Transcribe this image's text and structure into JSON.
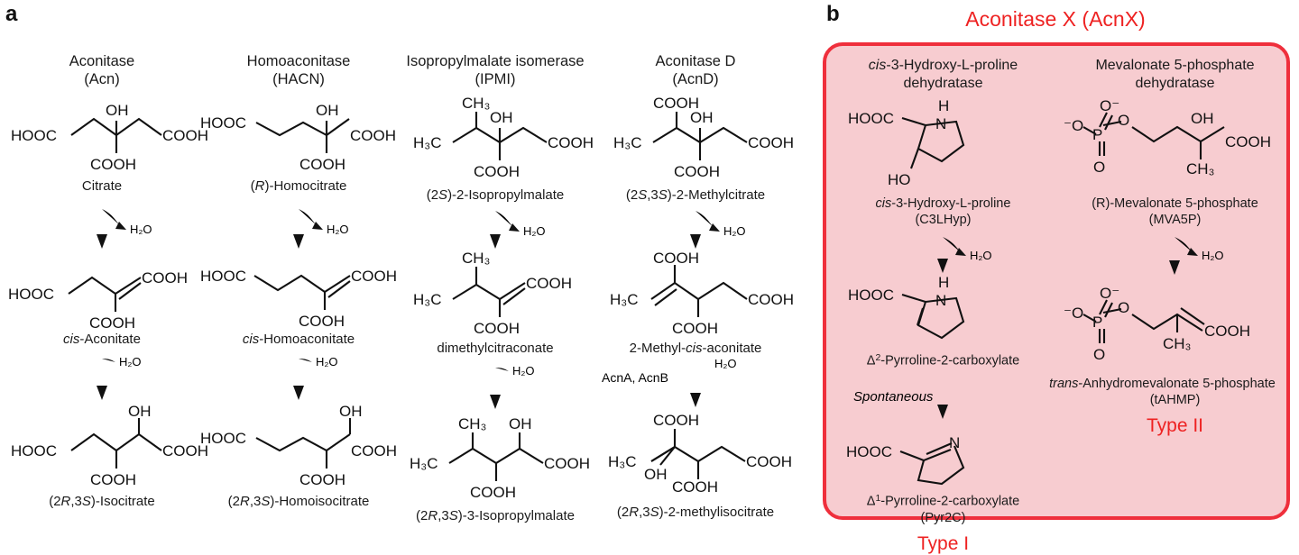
{
  "figure": {
    "panel_a_letter": "a",
    "panel_b_letter": "b"
  },
  "panel_a": {
    "columns": [
      {
        "enzyme_name": "Aconitase",
        "enzyme_abbrev": "(Acn)",
        "substrate": {
          "name": "Citrate",
          "labels": [
            "HOOC",
            "OH",
            "COOH",
            "COOH"
          ]
        },
        "step1_label": "H2O",
        "intermediate": {
          "name": "cis-Aconitate",
          "prefix_italic": "cis",
          "rest": "-Aconitate",
          "labels": [
            "HOOC",
            "COOH",
            "COOH"
          ]
        },
        "step2_label": "H2O",
        "step2_enzyme": "",
        "product": {
          "name": "(2R,3S)-Isocitrate",
          "labels": [
            "HOOC",
            "OH",
            "COOH",
            "COOH"
          ]
        }
      },
      {
        "enzyme_name": "Homoaconitase",
        "enzyme_abbrev": "(HACN)",
        "substrate": {
          "name": "(R)-Homocitrate",
          "labels": [
            "HOOC",
            "OH",
            "COOH",
            "COOH"
          ]
        },
        "step1_label": "H2O",
        "intermediate": {
          "name": "cis-Homoaconitate",
          "prefix_italic": "cis",
          "rest": "-Homoaconitate",
          "labels": [
            "HOOC",
            "COOH",
            "COOH"
          ]
        },
        "step2_label": "H2O",
        "step2_enzyme": "",
        "product": {
          "name": "(2R,3S)-Homoisocitrate",
          "labels": [
            "HOOC",
            "OH",
            "COOH",
            "COOH"
          ]
        }
      },
      {
        "enzyme_name": "Isopropylmalate isomerase",
        "enzyme_abbrev": "(IPMI)",
        "substrate": {
          "name": "(2S)-2-Isopropylmalate",
          "labels": [
            "CH3",
            "H3C",
            "OH",
            "COOH",
            "COOH"
          ]
        },
        "step1_label": "H2O",
        "intermediate": {
          "name": "dimethylcitraconate",
          "prefix_italic": "",
          "rest": "dimethylcitraconate",
          "labels": [
            "CH3",
            "H3C",
            "COOH",
            "COOH"
          ]
        },
        "step2_label": "H2O",
        "step2_enzyme": "",
        "product": {
          "name": "(2R,3S)-3-Isopropylmalate",
          "labels": [
            "CH3",
            "OH",
            "H3C",
            "COOH",
            "COOH"
          ]
        }
      },
      {
        "enzyme_name": "Aconitase D",
        "enzyme_abbrev": "(AcnD)",
        "substrate": {
          "name": "(2S,3S)-2-Methylcitrate",
          "labels": [
            "COOH",
            "OH",
            "H3C",
            "COOH",
            "COOH"
          ]
        },
        "step1_label": "H2O",
        "intermediate": {
          "name": "2-Methyl-cis-aconitate",
          "prefix_italic": "cis",
          "rest": "",
          "labels": [
            "COOH",
            "H3C",
            "COOH",
            "COOH"
          ]
        },
        "step2_label": "H2O",
        "step2_enzyme": "AcnA, AcnB",
        "product": {
          "name": "(2R,3S)-2-methylisocitrate",
          "labels": [
            "COOH",
            "H3C",
            "OH",
            "COOH",
            "COOH"
          ]
        }
      }
    ]
  },
  "panel_b": {
    "title": "Aconitase X (AcnX)",
    "box_fill": "#f7ccd0",
    "box_border": "#ef2f3c",
    "accent_color": "#ee2222",
    "columns": [
      {
        "enzyme_line1": "cis-3-Hydroxy-L-proline",
        "enzyme_line1_italic": "cis",
        "enzyme_line1_rest": "-3-Hydroxy-L-proline",
        "enzyme_line2": "dehydratase",
        "substrate_name": "cis-3-Hydroxy-L-proline",
        "substrate_name_italic": "cis",
        "substrate_name_rest": "-3-Hydroxy-L-proline",
        "substrate_abbrev": "(C3LHyp)",
        "substrate_labels": [
          "HOOC",
          "H",
          "N",
          "HO"
        ],
        "step1_label": "H2O",
        "intermediate_name": "Δ2-Pyrroline-2-carboxylate",
        "intermediate_superscript": "2",
        "intermediate_labels": [
          "HOOC",
          "H",
          "N"
        ],
        "step2_label": "Spontaneous",
        "product_name": "Δ1-Pyrroline-2-carboxylate",
        "product_superscript": "1",
        "product_abbrev": "(Pyr2C)",
        "product_labels": [
          "HOOC",
          "N"
        ],
        "type_label": "Type I"
      },
      {
        "enzyme_line1": "Mevalonate 5-phosphate",
        "enzyme_line2": "dehydratase",
        "substrate_name": "(R)-Mevalonate 5-phosphate",
        "substrate_abbrev": "(MVA5P)",
        "substrate_labels": [
          "O-",
          "O-",
          "P",
          "O",
          "O",
          "OH",
          "COOH",
          "CH3"
        ],
        "step1_label": "H2O",
        "product_name": "trans-Anhydromevalonate 5-phosphate",
        "product_name_italic": "trans",
        "product_name_rest": "-Anhydromevalonate 5-phosphate",
        "product_abbrev": "(tAHMP)",
        "product_labels": [
          "O-",
          "O-",
          "P",
          "O",
          "O",
          "COOH",
          "CH3"
        ],
        "type_label": "Type II"
      }
    ]
  }
}
